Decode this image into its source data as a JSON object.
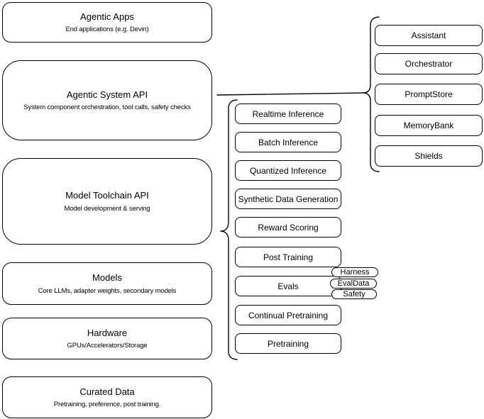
{
  "stack": [
    {
      "title": "Agentic Apps",
      "subtitle": "End applications (e.g. Devin)"
    },
    {
      "title": "Agentic System API",
      "subtitle": "System component orchestration, tool calls, safety checks"
    },
    {
      "title": "Model Toolchain API",
      "subtitle": "Model development & serving"
    },
    {
      "title": "Models",
      "subtitle": "Core LLMs, adapter weights, secondary models"
    },
    {
      "title": "Hardware",
      "subtitle": "GPUs/Accelerators/Storage"
    },
    {
      "title": "Curated Data",
      "subtitle": "Pretraining, preference, post training."
    }
  ],
  "toolchain_components": [
    "Realtime Inference",
    "Batch Inference",
    "Quantized Inference",
    "Synthetic Data Generation",
    "Reward Scoring",
    "Post Training",
    "Evals",
    "Continual Pretraining",
    "Pretraining"
  ],
  "eval_tags": [
    "Harness",
    "EvalData",
    "Safety"
  ],
  "system_components": [
    "Assistant",
    "Orchestrator",
    "PromptStore",
    "MemoryBank",
    "Shields"
  ],
  "colors": {
    "stroke": "#000000",
    "fill": "#ffffff",
    "background": "#ffffff",
    "text": "#000000"
  }
}
